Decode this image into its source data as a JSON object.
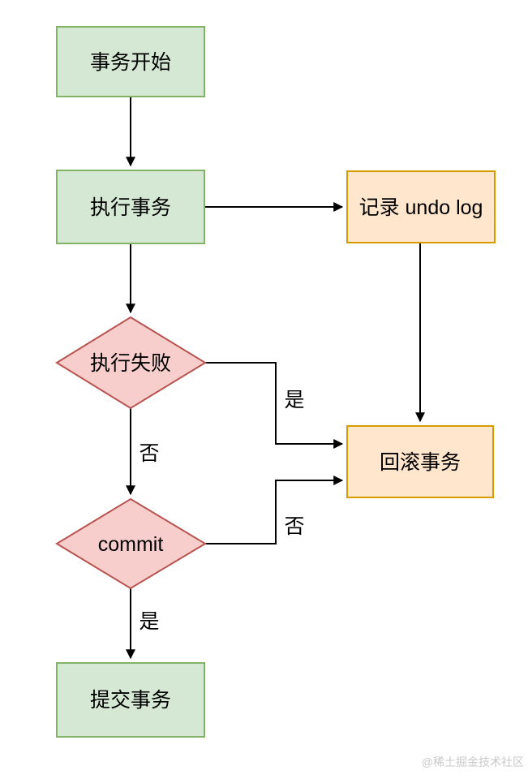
{
  "diagram": {
    "type": "flowchart",
    "topic": "transaction-undo-log-flow",
    "nodes": {
      "start": {
        "label": "事务开始",
        "shape": "rect",
        "color": "green"
      },
      "execute": {
        "label": "执行事务",
        "shape": "rect",
        "color": "green"
      },
      "undo_log": {
        "label": "记录 undo log",
        "shape": "rect",
        "color": "orange"
      },
      "fail_check": {
        "label": "执行失败",
        "shape": "diamond",
        "color": "red"
      },
      "commit_check": {
        "label": "commit",
        "shape": "diamond",
        "color": "red"
      },
      "rollback": {
        "label": "回滚事务",
        "shape": "rect",
        "color": "orange"
      },
      "commit_final": {
        "label": "提交事务",
        "shape": "rect",
        "color": "green"
      }
    },
    "edge_labels": {
      "fail_yes": "是",
      "fail_no": "否",
      "commit_no": "否",
      "commit_yes": "是"
    },
    "colors": {
      "green_fill": "#d5e8d4",
      "green_stroke": "#82b366",
      "orange_fill": "#ffe6cc",
      "orange_stroke": "#d79b00",
      "red_fill": "#f8cecc",
      "red_stroke": "#b85450",
      "edge": "#000000",
      "watermark": "#c9c9c9"
    },
    "watermark": "@稀土掘金技术社区"
  }
}
